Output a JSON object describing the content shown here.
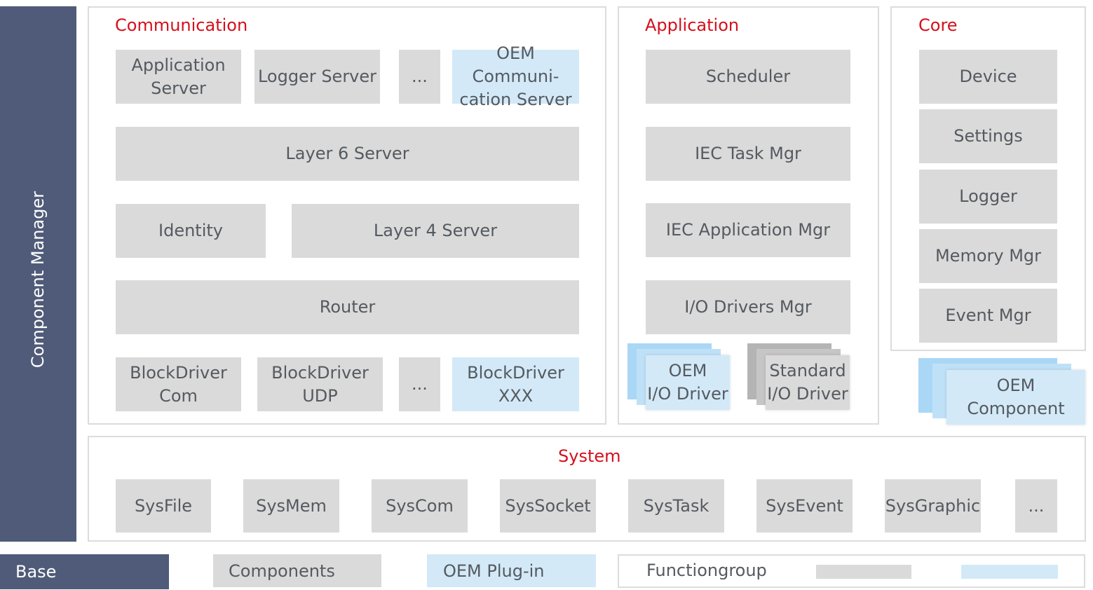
{
  "component_manager": {
    "label": "Component Manager"
  },
  "communication": {
    "title": "Communication",
    "row1": [
      "Application\nServer",
      "Logger Server",
      "...",
      "OEM Communi-\ncation Server"
    ],
    "layer6": "Layer 6 Server",
    "identity": "Identity",
    "layer4": "Layer 4 Server",
    "router": "Router",
    "drivers": [
      "BlockDriver\nCom",
      "BlockDriver\nUDP",
      "...",
      "BlockDriver\nXXX"
    ]
  },
  "application": {
    "title": "Application",
    "items": [
      "Scheduler",
      "IEC Task Mgr",
      "IEC Application Mgr",
      "I/O Drivers Mgr"
    ],
    "oem_io_driver": "OEM\nI/O Driver",
    "standard_io_driver": "Standard\nI/O Driver"
  },
  "core": {
    "title": "Core",
    "items": [
      "Device",
      "Settings",
      "Logger",
      "Memory Mgr",
      "Event Mgr"
    ],
    "oem_component": "OEM\nComponent"
  },
  "system": {
    "title": "System",
    "items": [
      "SysFile",
      "SysMem",
      "SysCom",
      "SysSocket",
      "SysTask",
      "SysEvent",
      "SysGraphic",
      "..."
    ]
  },
  "legend": {
    "base": "Base",
    "components": "Components",
    "oem_plugin": "OEM Plug-in",
    "functiongroup": "Functiongroup"
  },
  "colors": {
    "base": "#4f5b78",
    "component": "#dadada",
    "oem": "#d3e9f7",
    "title": "#d4101c",
    "frame": "#dcdcdc"
  }
}
